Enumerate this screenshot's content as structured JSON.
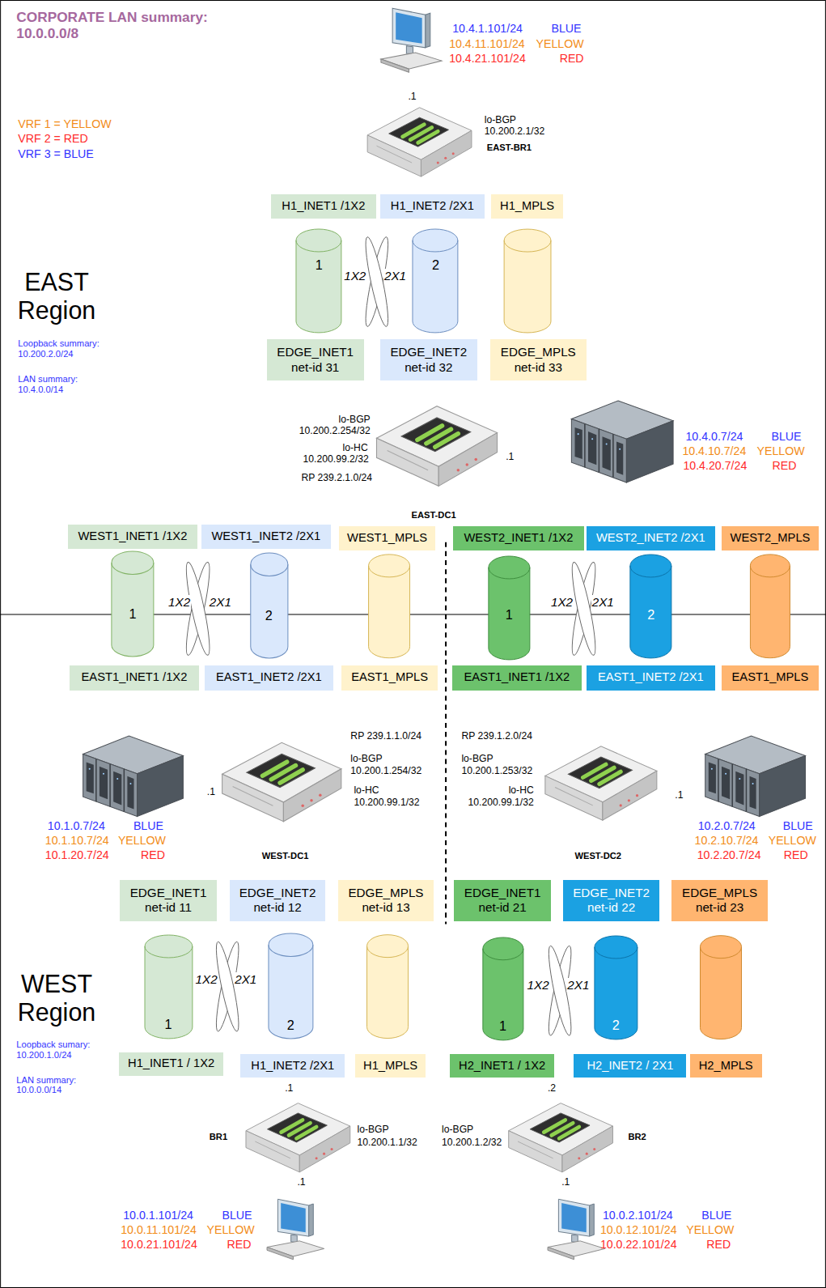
{
  "diagram": {
    "title": "CORPORATE LAN summary: 10.0.0.0/8",
    "nodes": [
      {
        "text": [
          "H1_INET1 /1X2"
        ]
      },
      {
        "text": [
          "H1_INET2 /2X1"
        ]
      },
      {
        "text": [
          "H1_MPLS"
        ]
      },
      {
        "text": [
          "1"
        ]
      },
      {
        "text": [
          "2"
        ]
      },
      {
        "text": [
          "EDGE_INET1",
          "net-id 31"
        ]
      },
      {
        "text": [
          "EDGE_INET2",
          "net-id 32"
        ]
      },
      {
        "text": [
          "EDGE_MPLS",
          "net-id 33"
        ]
      },
      {
        "text": [
          "WEST1_INET1 /1X2"
        ]
      },
      {
        "text": [
          "WEST1_INET2 /2X1"
        ]
      },
      {
        "text": [
          "WEST1_MPLS"
        ]
      },
      {
        "text": [
          "WEST2_INET1 /1X2"
        ]
      },
      {
        "text": [
          "WEST2_INET2 /2X1"
        ]
      },
      {
        "text": [
          "WEST2_MPLS"
        ]
      },
      {
        "text": [
          "1"
        ]
      },
      {
        "text": [
          "2"
        ]
      },
      {
        "text": [
          "1"
        ]
      },
      {
        "text": [
          "2"
        ]
      },
      {
        "text": [
          "EAST1_INET1 /1X2"
        ]
      },
      {
        "text": [
          "EAST1_INET2 /2X1"
        ]
      },
      {
        "text": [
          "EAST1_MPLS"
        ]
      },
      {
        "text": [
          "EAST1_INET1 /1X2"
        ]
      },
      {
        "text": [
          "EAST1_INET2 /2X1"
        ]
      },
      {
        "text": [
          "EAST1_MPLS"
        ]
      },
      {
        "text": [
          "EDGE_INET1",
          "net-id 11"
        ]
      },
      {
        "text": [
          "EDGE_INET2",
          "net-id 12"
        ]
      },
      {
        "text": [
          "EDGE_MPLS",
          "net-id 13"
        ]
      },
      {
        "text": [
          "EDGE_INET1",
          "net-id 21"
        ]
      },
      {
        "text": [
          "EDGE_INET2",
          "net-id 22"
        ]
      },
      {
        "text": [
          "EDGE_MPLS",
          "net-id 23"
        ]
      },
      {
        "text": [
          "1"
        ]
      },
      {
        "text": [
          "2"
        ]
      },
      {
        "text": [
          "1"
        ]
      },
      {
        "text": [
          "2"
        ]
      },
      {
        "text": [
          "H1_INET1 / 1X2"
        ]
      },
      {
        "text": [
          "H1_INET2 /2X1"
        ]
      },
      {
        "text": [
          "H1_MPLS"
        ]
      },
      {
        "text": [
          "H2_INET1 / 1X2"
        ]
      },
      {
        "text": [
          "H2_INET2 / 2X1"
        ]
      },
      {
        "text": [
          "H2_MPLS"
        ]
      }
    ],
    "labels": [
      "VRF 1 = YELLOW",
      "VRF 2 = RED",
      "VRF 3 = BLUE",
      "10.4.1.101/24",
      "BLUE",
      "10.4.11.101/24",
      "YELLOW",
      "10.4.21.101/24",
      "RED",
      ".1",
      "lo-BGP",
      "10.200.2.1/32",
      "EAST-BR1",
      "1X2",
      "2X1",
      "EAST Region",
      "Loopback summary: 10.200.2.0/24",
      "LAN summary: 10.4.0.0/14",
      "lo-BGP",
      "10.200.2.254/32",
      "lo-HC",
      "10.200.99.2/32",
      "RP 239.2.1.0/24",
      ".1",
      "EAST-DC1",
      "10.4.0.7/24",
      "BLUE",
      "10.4.10.7/24",
      "YELLOW",
      "10.4.20.7/24",
      "RED",
      "1X2",
      "2X1",
      "1X2",
      "2X1",
      "RP 239.1.1.0/24",
      "lo-BGP",
      "10.200.1.254/32",
      "lo-HC",
      "10.200.99.1/32",
      ".1",
      "WEST-DC1",
      "10.1.0.7/24",
      "BLUE",
      "10.1.10.7/24",
      "YELLOW",
      "10.1.20.7/24",
      "RED",
      "RP 239.1.2.0/24",
      "lo-BGP",
      "10.200.1.253/32",
      "lo-HC",
      "10.200.99.1/32",
      ".1",
      "WEST-DC2",
      "10.2.0.7/24",
      "BLUE",
      "10.2.10.7/24",
      "YELLOW",
      "10.2.20.7/24",
      "RED",
      "1X2",
      "2X1",
      "1X2",
      "2X1",
      "WEST Region",
      "Loopback sumary: 10.200.1.0/24",
      "LAN summary: 10.0.0.0/14",
      ".1",
      "BR1",
      "lo-BGP",
      "10.200.1.1/32",
      ".1",
      ".2",
      "BR2",
      "lo-BGP",
      "10.200.1.2/32",
      ".1",
      "10.0.1.101/24",
      "BLUE",
      "10.0.11.101/24",
      "YELLOW",
      "10.0.21.101/24",
      "RED",
      "10.0.2.101/24",
      "BLUE",
      "10.0.12.101/24",
      "YELLOW",
      "10.0.22.101/24",
      "RED"
    ]
  }
}
